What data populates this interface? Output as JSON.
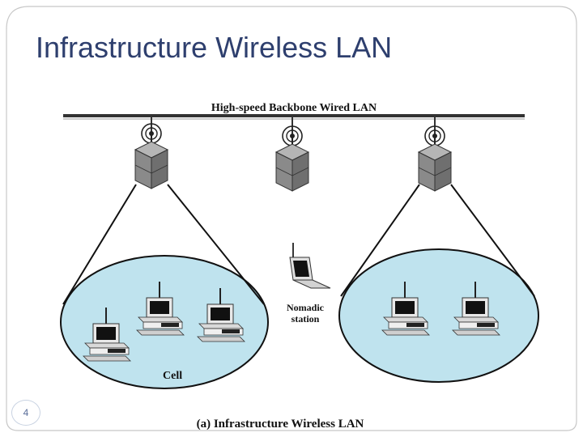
{
  "slide": {
    "title": "Infrastructure Wireless LAN",
    "page_number": "4"
  },
  "diagram": {
    "backbone_label": "High-speed Backbone Wired LAN",
    "nomadic_label_line1": "Nomadic",
    "nomadic_label_line2": "station",
    "cell_label": "Cell",
    "caption": "(a) Infrastructure Wireless LAN",
    "colors": {
      "cell_fill": "#bfe3ee",
      "title": "#2e3f6e",
      "access_point": "#8d8d8d"
    }
  }
}
